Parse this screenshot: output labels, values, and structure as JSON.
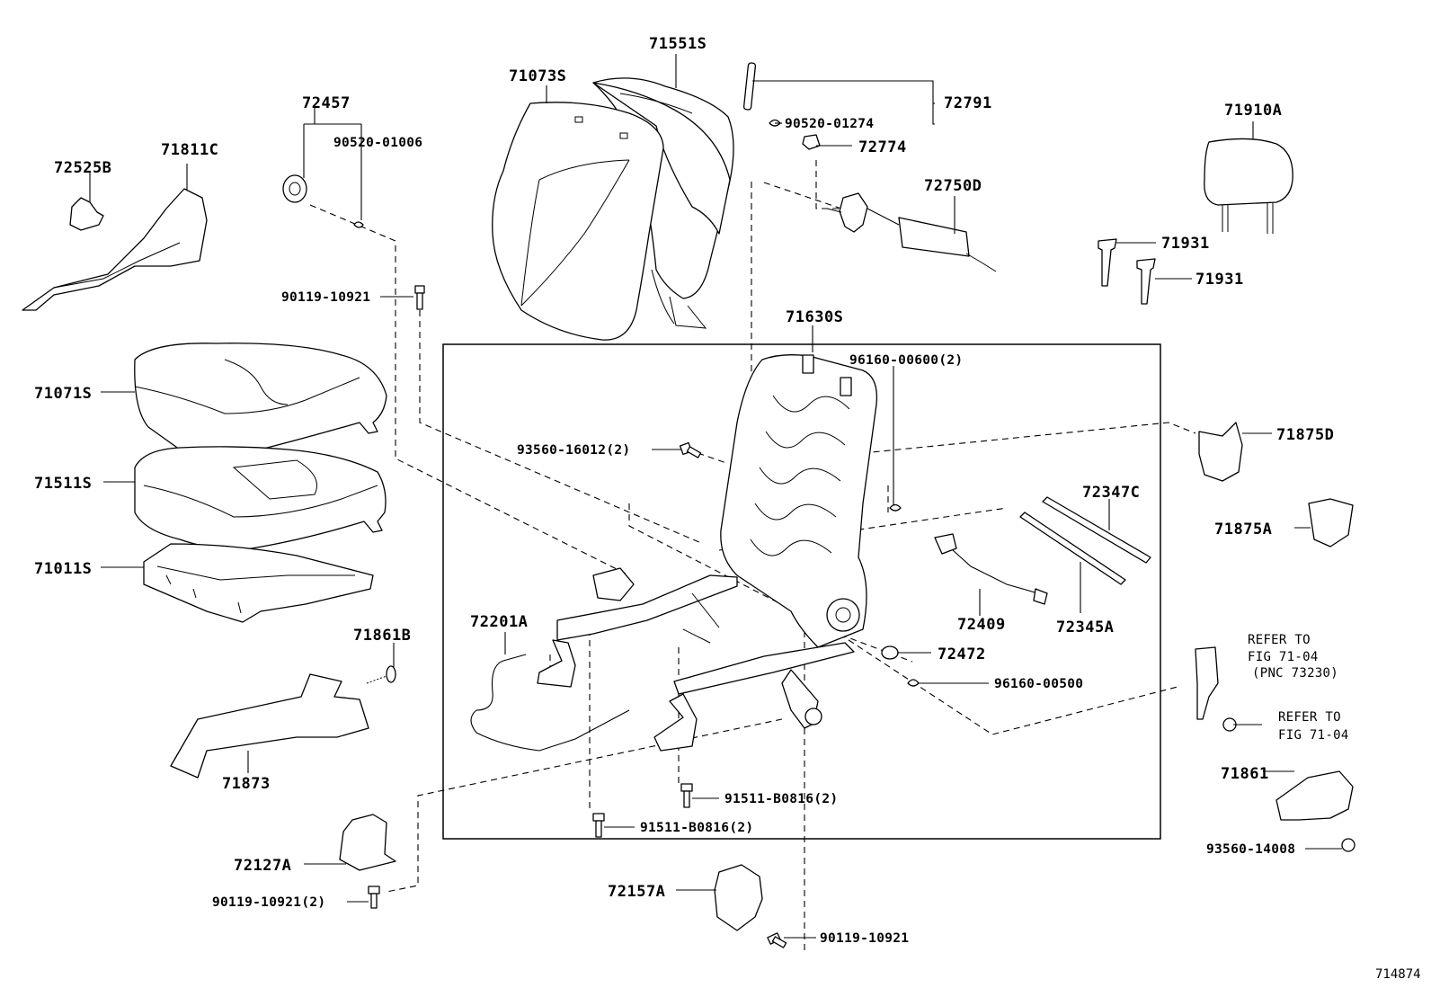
{
  "labels": {
    "p71551S": "71551S",
    "p71073S": "71073S",
    "p72791": "72791",
    "p90520_01274": "90520-01274",
    "p72774": "72774",
    "p72457": "72457",
    "p90520_01006": "90520-01006",
    "p72525B": "72525B",
    "p71811C": "71811C",
    "p90119_10921_a": "90119-10921",
    "p72750D": "72750D",
    "p71910A": "71910A",
    "p71931_a": "71931",
    "p71931_b": "71931",
    "p71630S": "71630S",
    "p96160_00600": "96160-00600(2)",
    "p71071S": "71071S",
    "p93560_16012": "93560-16012(2)",
    "p71875D": "71875D",
    "p71511S": "71511S",
    "p72347C": "72347C",
    "p71875A": "71875A",
    "p71011S": "71011S",
    "p72201A": "72201A",
    "p72409": "72409",
    "p72345A": "72345A",
    "p71861B": "71861B",
    "p72472": "72472",
    "p96160_00500": "96160-00500",
    "p71873": "71873",
    "p91511_b0816_a": "91511-B0816(2)",
    "p91511_b0816_b": "91511-B0816(2)",
    "p71861": "71861",
    "p93560_14008": "93560-14008",
    "p72127A": "72127A",
    "p90119_10921_2": "90119-10921(2)",
    "p72157A": "72157A",
    "p90119_10921_b": "90119-10921"
  },
  "refer_1": {
    "line1": "REFER TO",
    "line2": "FIG 71-04",
    "line3": "(PNC 73230)"
  },
  "refer_2": {
    "line1": "REFER TO",
    "line2": "FIG 71-04"
  },
  "figure_number": "714874"
}
